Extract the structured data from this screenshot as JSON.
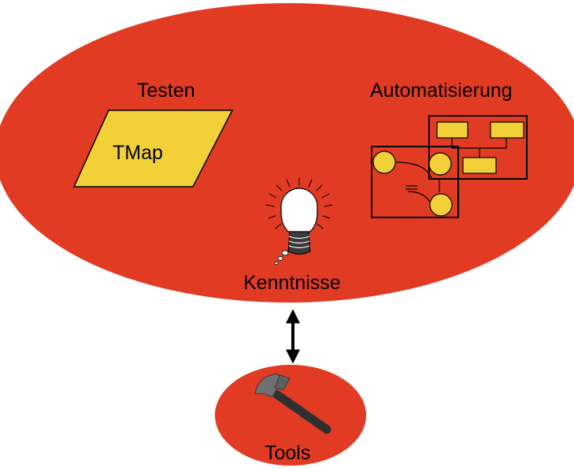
{
  "colors": {
    "ellipse_fill": "#e23b24",
    "shape_fill": "#f1d038",
    "stroke": "#000000",
    "hammer_handle": "#333333",
    "hammer_head": "#707070"
  },
  "main_ellipse": {
    "labels": {
      "testing": "Testen",
      "automation": "Automatisierung",
      "knowledge": "Kenntnisse"
    },
    "testing_shape_label": "TMap",
    "icons": {
      "knowledge": "light-bulb-icon",
      "automation": "flow-diagram-icon"
    }
  },
  "tools_ellipse": {
    "label": "Tools",
    "icon": "hammer-icon"
  },
  "connector": {
    "type": "double-headed-arrow"
  }
}
